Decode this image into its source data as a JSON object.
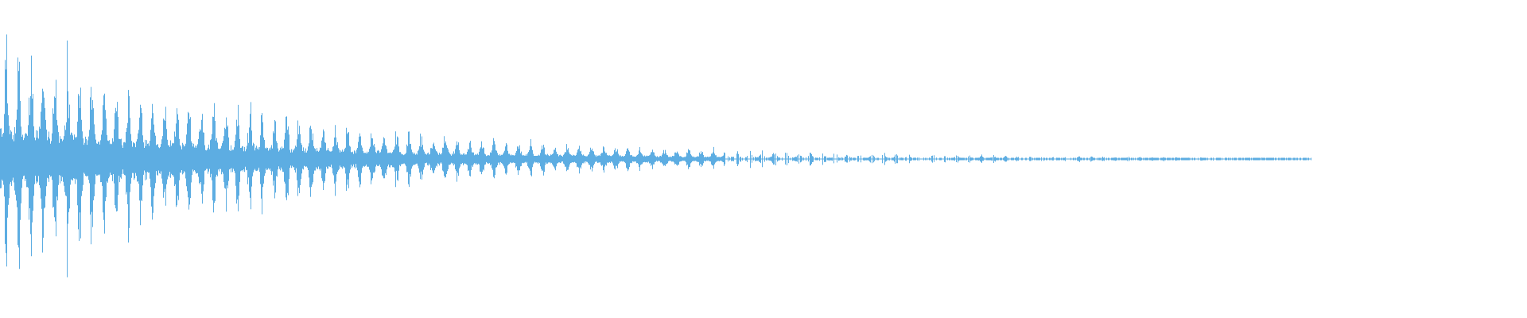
{
  "waveform": {
    "color": "#5dade2",
    "background": "#ffffff",
    "peak_amplitude": 0.99,
    "decay": "exponential",
    "audible_fraction_of_width": 0.86
  }
}
